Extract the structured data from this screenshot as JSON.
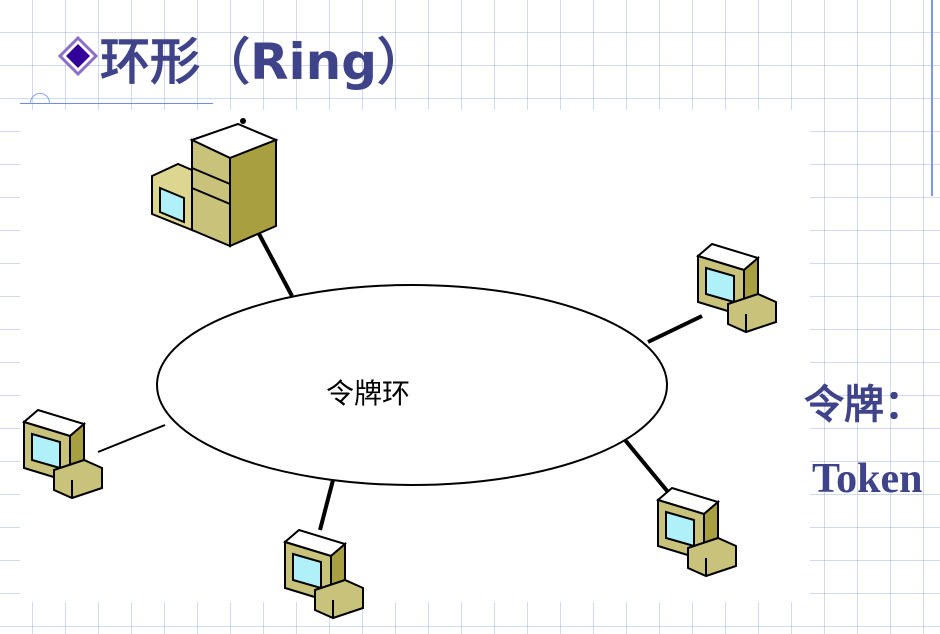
{
  "slide": {
    "title": "环形（Ring）",
    "ring_label": "令牌环",
    "side_label": "令牌：",
    "side_term": "Token"
  },
  "colors": {
    "title": "#3f438a",
    "bullet": "#330099",
    "computer": "#a8a040",
    "screen": "#b0f0f8"
  },
  "icons": {
    "bullet": "diamond-bullet-icon",
    "server": "server-computer-icon",
    "workstation": "workstation-computer-icon"
  }
}
